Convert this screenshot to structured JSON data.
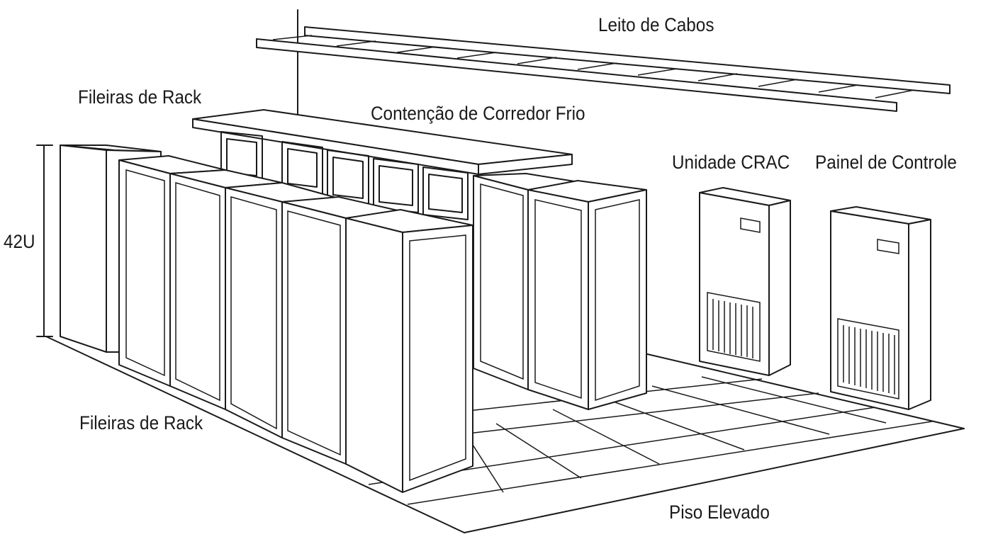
{
  "diagram": {
    "labels": {
      "cable_tray": "Leito de Cabos",
      "rack_rows_top": "Fileiras de Rack",
      "cold_aisle": "Contenção de Corredor Frio",
      "crac_unit": "Unidade CRAC",
      "control_panel": "Painel de Controle",
      "rack_height": "42U",
      "rack_rows_bottom": "Fileiras de Rack",
      "raised_floor": "Piso Elevado"
    },
    "line_color": "#1a1a1a",
    "background_color": "#ffffff"
  }
}
